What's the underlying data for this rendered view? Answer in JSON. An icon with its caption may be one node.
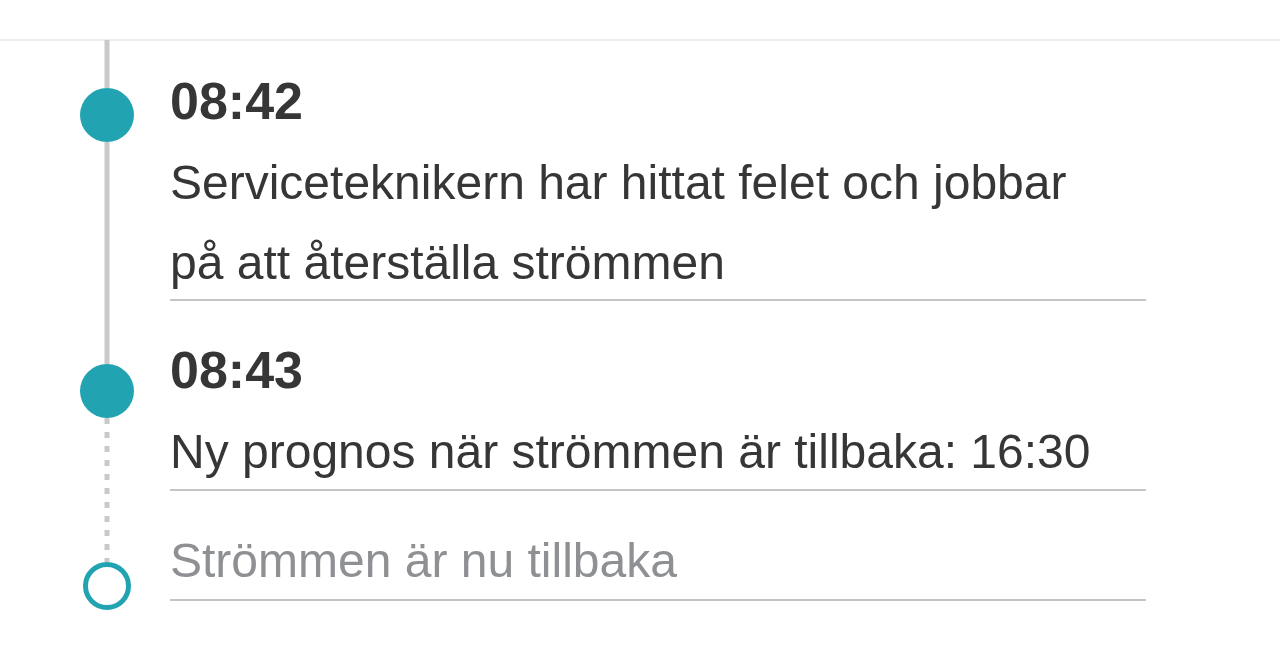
{
  "diagram": {
    "nodes": [
      {
        "text": [],
        "shape": "circle",
        "beside": [
          "08:42",
          "Serviceteknikern har hittat felet och jobbar på att återställa strömmen"
        ]
      },
      {
        "text": [],
        "shape": "circle",
        "beside": [
          "08:43",
          "Ny prognos när strömmen är tillbaka: 16:30"
        ]
      },
      {
        "text": [],
        "shape": "circle",
        "beside": [
          "Strömmen är nu tillbaka"
        ]
      }
    ],
    "edges": [
      {
        "from": null,
        "to": 0,
        "arrow": "none"
      },
      {
        "from": 0,
        "to": 1,
        "arrow": "none"
      },
      {
        "from": 1,
        "to": 2,
        "arrow": "none",
        "style": "dashed"
      }
    ]
  }
}
